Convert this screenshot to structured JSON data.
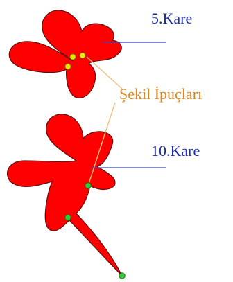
{
  "frames": [
    {
      "label": "5.Kare"
    },
    {
      "label": "10.Kare"
    }
  ],
  "hints_label": "Şekil İpuçları",
  "colors": {
    "shape_fill": "#ff0000",
    "shape_stroke": "#5a1010",
    "hint_point_fill": "#e8e800",
    "hint_point_fill_bottom": "#33cc33",
    "hint_line": "#f0c080",
    "label_text_blue": "#1f2ca8",
    "label_text_orange": "#d9861f",
    "pointer_line": "#4040c0"
  }
}
